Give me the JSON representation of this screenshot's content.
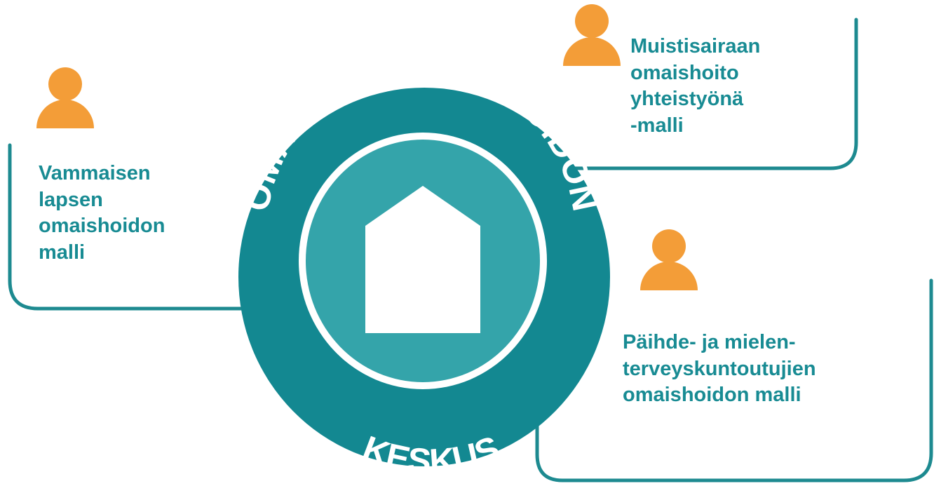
{
  "colors": {
    "teal_dark": "#138891",
    "teal_light": "#34A4AA",
    "teal_line": "#1D8A90",
    "teal_text": "#188B93",
    "orange": "#F39D38",
    "white": "#ffffff"
  },
  "center": {
    "top_text": "OMAIS- JA PERHEHOIDON",
    "bottom_text": "KESKUS",
    "icon": "house-icon"
  },
  "models": {
    "left": {
      "icon": "person-icon",
      "lines": [
        "Vammaisen",
        "lapsen",
        "omaishoidon",
        "malli"
      ]
    },
    "top_right": {
      "icon": "person-icon",
      "lines": [
        "Muistisairaan",
        "omaishoito",
        "yhteistyönä",
        "-malli"
      ]
    },
    "bottom_right": {
      "icon": "person-icon",
      "lines": [
        "Päihde- ja mielen-",
        "terveyskuntoutujien",
        "omaishoidon malli"
      ]
    }
  }
}
